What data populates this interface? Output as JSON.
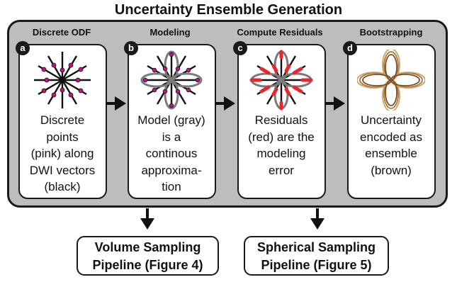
{
  "title": "Uncertainty Ensemble Generation",
  "stages": [
    {
      "label": "Discrete ODF",
      "badge": "a",
      "description": "Discrete\npoints\n(pink) along\nDWI vectors\n(black)"
    },
    {
      "label": "Modeling",
      "badge": "b",
      "description": "Model (gray)\nis a\ncontinous\napproxima-\ntion"
    },
    {
      "label": "Compute Residuals",
      "badge": "c",
      "description": "Residuals\n(red) are the\nmodeling\nerror"
    },
    {
      "label": "Bootstrapping",
      "badge": "d",
      "description": "Uncertainty\nencoded as\nensemble\n(brown)"
    }
  ],
  "outputs": [
    {
      "label": "Volume  Sampling\nPipeline (Figure 4)"
    },
    {
      "label": "Spherical Sampling\nPipeline (Figure 5)"
    }
  ],
  "colors": {
    "pink": "#c0157a",
    "gray": "#7a7a7a",
    "red": "#e8262d",
    "brown": "#a8763e",
    "background": "#bdbdbd"
  }
}
